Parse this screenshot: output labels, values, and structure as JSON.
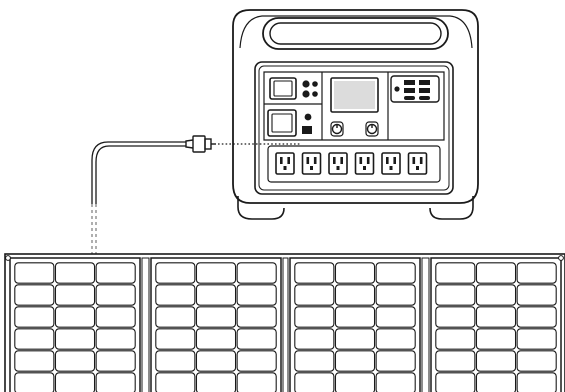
{
  "figure": {
    "kind": "line-art illustration",
    "subjects": [
      "portable-power-station",
      "solar-panel-array",
      "charging-cable"
    ]
  },
  "power_station": {
    "ac_outlet_count": 6,
    "usb_a_port_count": 4,
    "usb_c_port_count": 2,
    "dc_input_port_count": 2,
    "display": "lcd-screen"
  },
  "solar_array": {
    "panel_count": 4,
    "cells_per_panel": {
      "columns": 3,
      "rows": 6
    }
  },
  "colors": {
    "line": "#1a1a1a",
    "background": "#ffffff",
    "cable_dash": "#7a7a7a"
  }
}
